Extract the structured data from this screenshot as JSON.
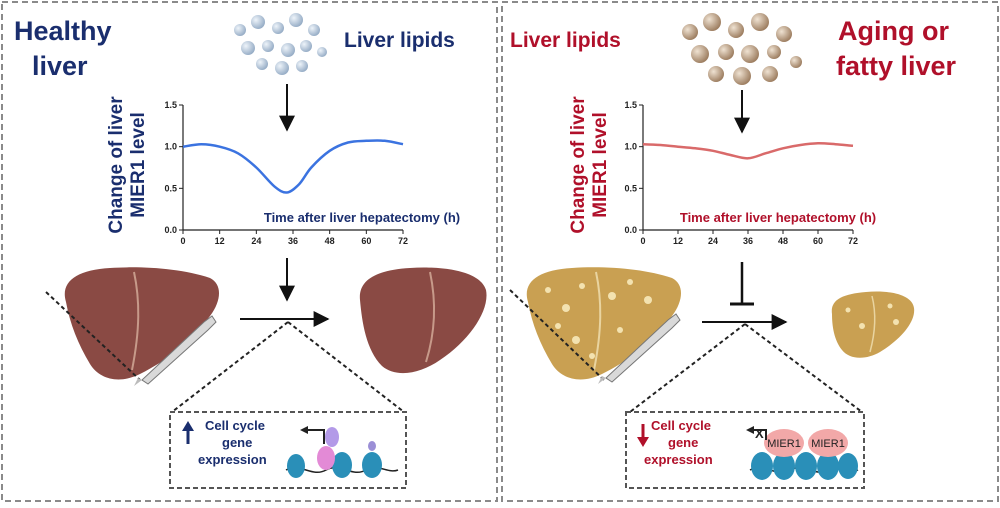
{
  "colors": {
    "healthy_title": "#1a2e6e",
    "aging_title": "#b0102a",
    "healthy_curve": "#3b73e0",
    "aging_curve": "#d96a6a",
    "healthy_liver": "#8a4a44",
    "fatty_liver": "#c9a052",
    "dna": "#2a8fb8",
    "mier1": "#f2a8a8"
  },
  "left_panel": {
    "title_line1": "Healthy",
    "title_line2": "liver",
    "lipids_label": "Liver lipids",
    "ylabel_line1": "Change of liver",
    "ylabel_line2": "MIER1 level",
    "inset_label": "Time after liver hepatectomy (h)",
    "box": {
      "arrow_icon": "up-arrow-icon",
      "line1": "Cell cycle",
      "line2": "gene",
      "line3": "expression"
    }
  },
  "right_panel": {
    "title_line1": "Aging or",
    "title_line2": "fatty liver",
    "lipids_label": "Liver lipids",
    "ylabel_line1": "Change of liver",
    "ylabel_line2": "MIER1 level",
    "inset_label": "Time after liver hepatectomy (h)",
    "box": {
      "arrow_icon": "down-arrow-icon",
      "line1": "Cell cycle",
      "line2": "gene",
      "line3": "expression",
      "protein1": "MIER1",
      "protein2": "MIER1",
      "block_mark": "X"
    }
  },
  "chart_data": [
    {
      "type": "line",
      "panel": "healthy liver",
      "xlabel": "Time after liver hepatectomy (h)",
      "ylabel": "Change of liver MIER1 level",
      "xlim": [
        0,
        72
      ],
      "ylim": [
        0.0,
        1.5
      ],
      "x_ticks": [
        0,
        12,
        24,
        36,
        48,
        60,
        72
      ],
      "y_ticks": [
        "0.0",
        "0.5",
        "1.0",
        "1.5"
      ],
      "series": [
        {
          "x": [
            0,
            6,
            12,
            18,
            24,
            30,
            34,
            38,
            42,
            48,
            54,
            60,
            66,
            72
          ],
          "y": [
            1.0,
            1.03,
            1.0,
            0.92,
            0.75,
            0.52,
            0.45,
            0.55,
            0.75,
            0.95,
            1.05,
            1.07,
            1.07,
            1.03
          ]
        }
      ]
    },
    {
      "type": "line",
      "panel": "aging or fatty liver",
      "xlabel": "Time after liver hepatectomy (h)",
      "ylabel": "Change of liver MIER1 level",
      "xlim": [
        0,
        72
      ],
      "ylim": [
        0.0,
        1.5
      ],
      "x_ticks": [
        0,
        12,
        24,
        36,
        48,
        60,
        72
      ],
      "y_ticks": [
        "0.0",
        "0.5",
        "1.0",
        "1.5"
      ],
      "series": [
        {
          "x": [
            0,
            6,
            12,
            18,
            24,
            30,
            36,
            42,
            48,
            54,
            60,
            66,
            72
          ],
          "y": [
            1.03,
            1.02,
            1.0,
            0.98,
            0.95,
            0.9,
            0.86,
            0.92,
            0.98,
            1.02,
            1.04,
            1.03,
            1.01
          ]
        }
      ]
    }
  ]
}
